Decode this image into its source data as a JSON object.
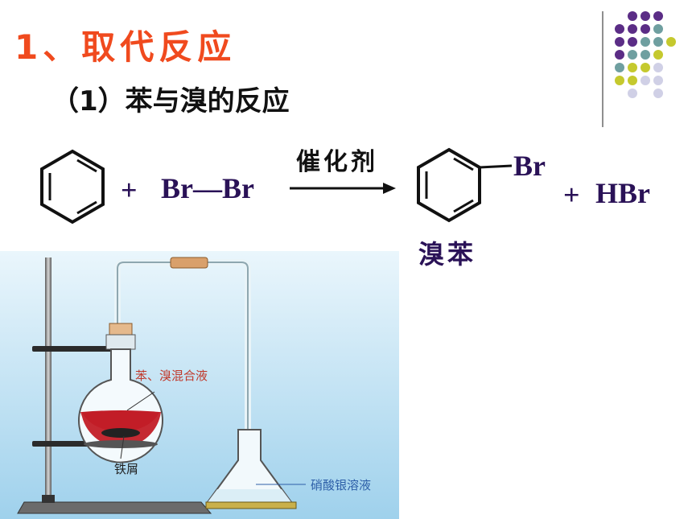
{
  "heading": {
    "title": "1、取代反应",
    "subtitle": "（1）苯与溴的反应"
  },
  "equation": {
    "plus_1": "+",
    "reactant_2": "Br—Br",
    "catalyst": "催化剂",
    "product_substituent": "Br",
    "plus_2": "+",
    "byproduct": "HBr",
    "product_name": "溴苯"
  },
  "apparatus": {
    "label_mixture": "苯、溴混合液",
    "label_iron": "铁屑",
    "label_silver_nitrate": "硝酸银溶液"
  },
  "colors": {
    "title": "#f04a1e",
    "equation_text": "#2a1257",
    "dot_purple": "#5b2d86",
    "dot_teal": "#6f9fa0",
    "dot_yellow": "#c5c92e",
    "dot_lavender": "#d0d0e6",
    "liquid_red": "#c21d27",
    "label_red": "#c0392b",
    "label_blue": "#2d5fa8"
  }
}
